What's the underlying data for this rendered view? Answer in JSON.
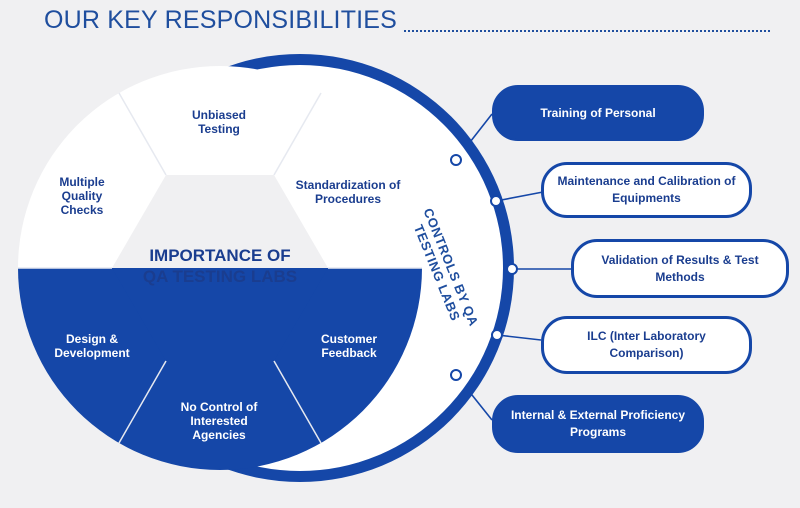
{
  "title": "OUR KEY RESPONSIBILITIES",
  "center": "IMPORTANCE OF QA TESTING LABS",
  "ring_label": "CONTROLS BY QA TESTING LABS",
  "segments": [
    {
      "label": "Unbiased Testing"
    },
    {
      "label": "Standardization of Procedures"
    },
    {
      "label": "Customer Feedback"
    },
    {
      "label": "No Control of Interested Agencies"
    },
    {
      "label": "Design & Development"
    },
    {
      "label": "Multiple Quality Checks"
    }
  ],
  "controls": [
    {
      "label": "Training of Personal"
    },
    {
      "label": "Maintenance and Calibration of Equipments"
    },
    {
      "label": "Validation of Results & Test Methods"
    },
    {
      "label": "ILC (Inter Laboratory Comparison)"
    },
    {
      "label": "Internal & External Proficiency Programs"
    }
  ],
  "colors": {
    "primary": "#1547a8",
    "dark_text": "#1a3d8f",
    "background": "#f0f0f2",
    "light_segment": "#ffffff"
  }
}
